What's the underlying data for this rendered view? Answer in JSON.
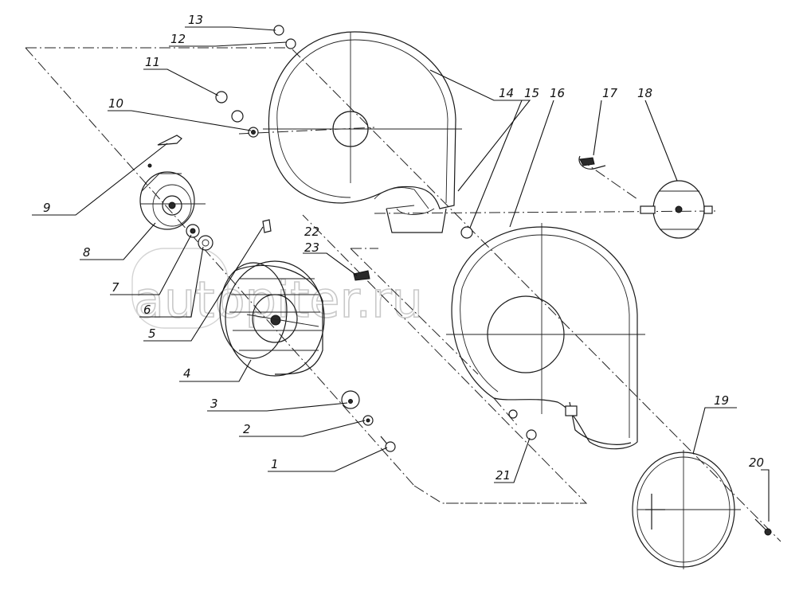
{
  "watermark": "autopiter.ru",
  "labels": [
    {
      "id": "1",
      "text": "1"
    },
    {
      "id": "2",
      "text": "2"
    },
    {
      "id": "3",
      "text": "3"
    },
    {
      "id": "4",
      "text": "4"
    },
    {
      "id": "5",
      "text": "5"
    },
    {
      "id": "6",
      "text": "6"
    },
    {
      "id": "7",
      "text": "7"
    },
    {
      "id": "8",
      "text": "8"
    },
    {
      "id": "9",
      "text": "9"
    },
    {
      "id": "10",
      "text": "10"
    },
    {
      "id": "11",
      "text": "11"
    },
    {
      "id": "12",
      "text": "12"
    },
    {
      "id": "13",
      "text": "13"
    },
    {
      "id": "14",
      "text": "14"
    },
    {
      "id": "15",
      "text": "15"
    },
    {
      "id": "16",
      "text": "16"
    },
    {
      "id": "17",
      "text": "17"
    },
    {
      "id": "18",
      "text": "18"
    },
    {
      "id": "19",
      "text": "19"
    },
    {
      "id": "20",
      "text": "20"
    },
    {
      "id": "21",
      "text": "21"
    },
    {
      "id": "22",
      "text": "22"
    },
    {
      "id": "23",
      "text": "23"
    }
  ]
}
